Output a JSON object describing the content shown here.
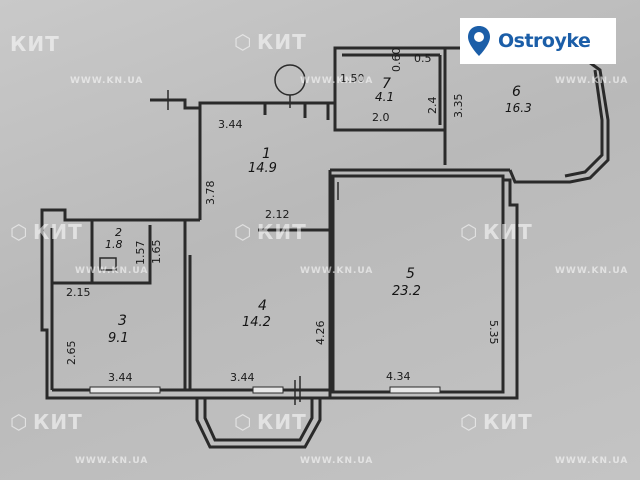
{
  "brand": {
    "name": "Ostroyke",
    "color": "#1b5ea8"
  },
  "watermark": {
    "text": "КИТ",
    "url": "WWW.KN.UA",
    "icon": "kit-logo-icon"
  },
  "rooms": [
    {
      "id": "1",
      "number": "1",
      "area": "14.9"
    },
    {
      "id": "2",
      "number": "2",
      "area": "1.8"
    },
    {
      "id": "3",
      "number": "3",
      "area": "9.1"
    },
    {
      "id": "4",
      "number": "4",
      "area": "14.2"
    },
    {
      "id": "5",
      "number": "5",
      "area": "23.2"
    },
    {
      "id": "6",
      "number": "6",
      "area": "16.3"
    },
    {
      "id": "7",
      "number": "7",
      "area": "4.1"
    }
  ],
  "dimensions": {
    "d344_top": "3.44",
    "d378": "3.78",
    "d212": "2.12",
    "d150": "1.50",
    "d060": "0.60",
    "d05": "0.5",
    "d335": "3.35",
    "d24": "2.4",
    "d20": "2.0",
    "d157": "1.57",
    "d165": "1.65",
    "d215": "2.15",
    "d265": "2.65",
    "d426": "4.26",
    "d535": "5.35",
    "d344_bl": "3.44",
    "d344_bm": "3.44",
    "d434": "4.34"
  }
}
